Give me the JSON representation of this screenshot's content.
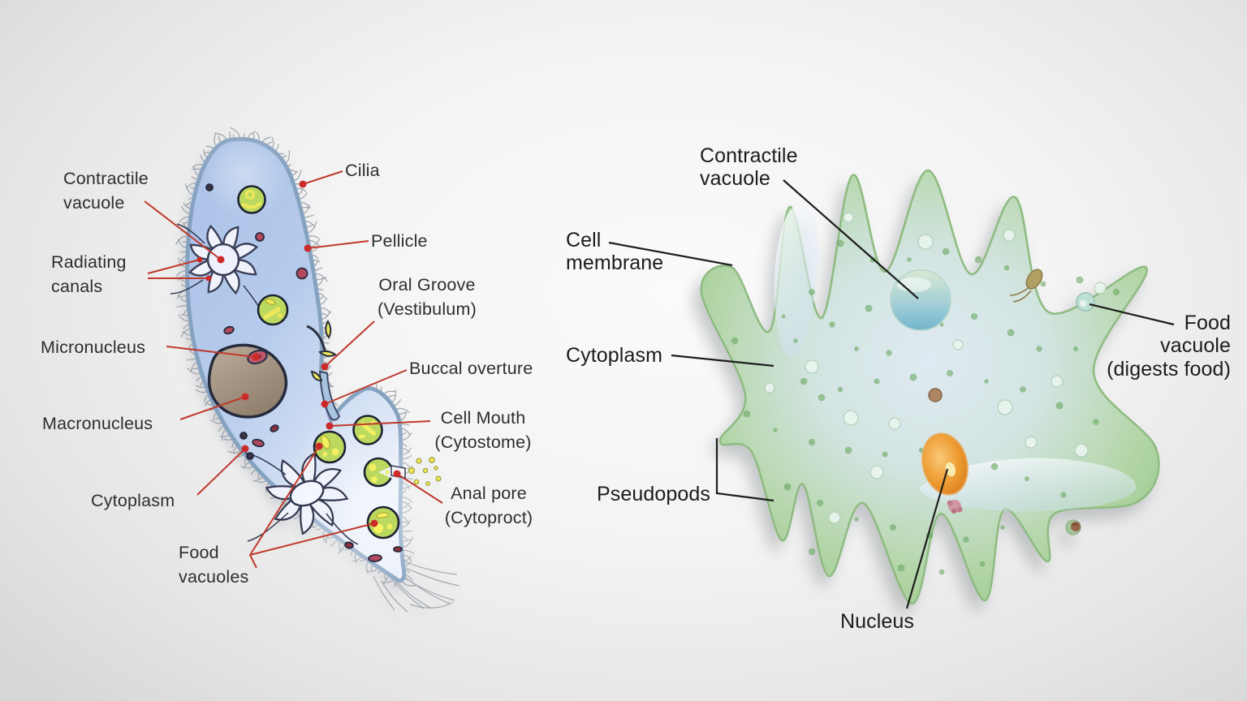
{
  "diagram": {
    "left": {
      "organism": "paramecium",
      "leader_color": "#c0392b",
      "labels": {
        "contractile_vacuole": "Contractile\nvacuole",
        "radiating_canals": "Radiating\ncanals",
        "micronucleus": "Micronucleus",
        "macronucleus": "Macronucleus",
        "cytoplasm": "Cytoplasm",
        "food_vacuoles": "Food\nvacuoles",
        "cilia": "Cilia",
        "pellicle": "Pellicle",
        "oral_groove": "Oral Groove\n(Vestibulum)",
        "buccal_overture": "Buccal overture",
        "cell_mouth": "Cell Mouth\n(Cytostome)",
        "anal_pore": "Anal pore\n(Cytoproct)"
      }
    },
    "right": {
      "organism": "amoeba",
      "leader_color": "#1e1e1e",
      "labels": {
        "contractile_vacuole": "Contractile\nvacuole",
        "cell_membrane": "Cell\nmembrane",
        "cytoplasm": "Cytoplasm",
        "pseudopods": "Pseudopods",
        "nucleus": "Nucleus",
        "food_vacuole": "Food\nvacuole\n(digests food)"
      }
    }
  }
}
